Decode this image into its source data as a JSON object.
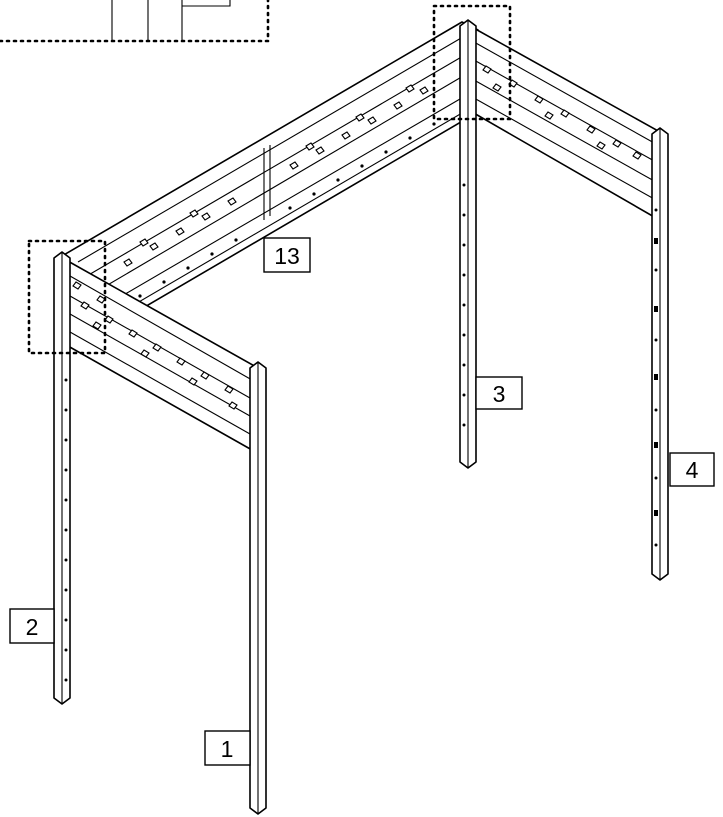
{
  "callouts": {
    "leg_1": "1",
    "leg_2": "2",
    "leg_3": "3",
    "leg_4": "4",
    "rail_13": "13"
  },
  "colors": {
    "line": "#000000",
    "fill": "#ffffff"
  }
}
